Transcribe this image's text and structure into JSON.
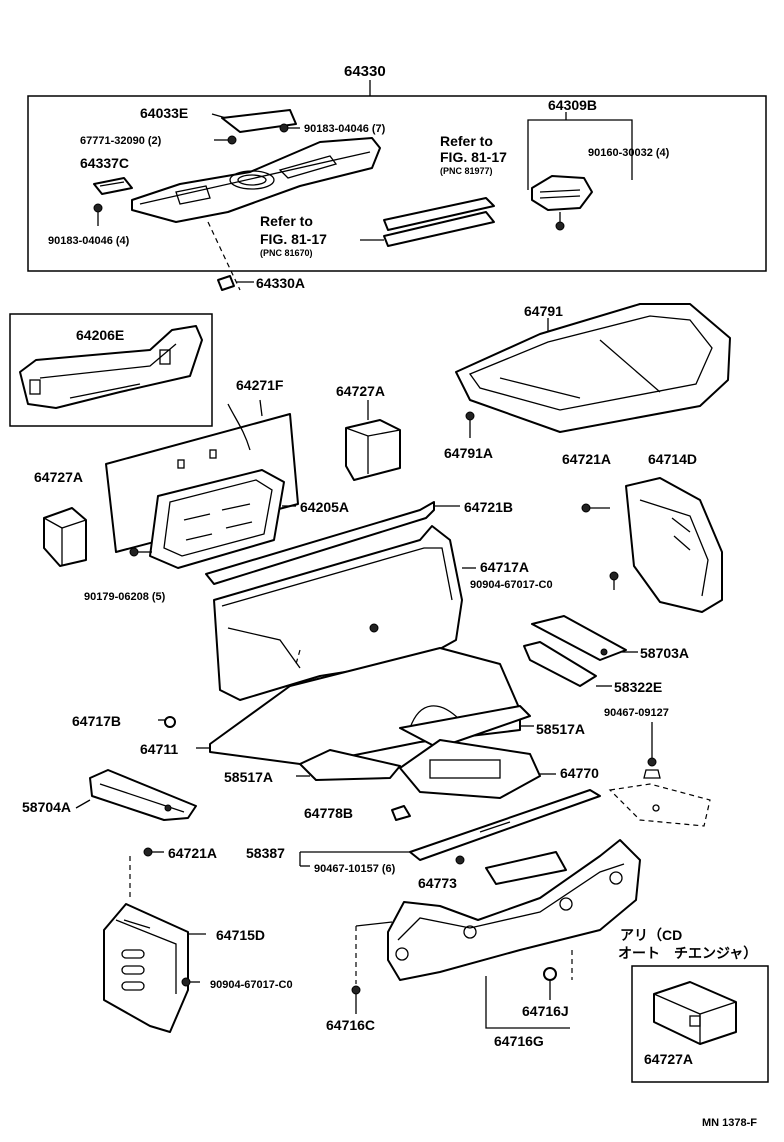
{
  "labels": {
    "p64330": "64330",
    "p64033E": "64033E",
    "p67771": "67771-32090 (2)",
    "p90183_7": "90183-04046 (7)",
    "p64337C": "64337C",
    "p90183_4": "90183-04046 (4)",
    "refer1_a": "Refer to",
    "refer1_b": "FIG. 81-17",
    "refer1_c": "(PNC 81977)",
    "refer2_a": "Refer to",
    "refer2_b": "FIG. 81-17",
    "refer2_c": "(PNC 81670)",
    "p64309B": "64309B",
    "p90160": "90160-30032 (4)",
    "p64330A": "64330A",
    "p64206E": "64206E",
    "p64791": "64791",
    "p64271F": "64271F",
    "p64727A_mid": "64727A",
    "p64791A": "64791A",
    "p64727A_left": "64727A",
    "p64205A": "64205A",
    "p64721B": "64721B",
    "p64721A_top": "64721A",
    "p64714D": "64714D",
    "p90179": "90179-06208 (5)",
    "p64717A": "64717A",
    "p90904_top": "90904-67017-C0",
    "p58703A": "58703A",
    "p58322E": "58322E",
    "p64717B": "64717B",
    "p90467_09127": "90467-09127",
    "p64711": "64711",
    "p58517A_right": "58517A",
    "p58517A_left": "58517A",
    "p64770": "64770",
    "p58704A": "58704A",
    "p64778B": "64778B",
    "p64721A_bot": "64721A",
    "p58387": "58387",
    "p90467_10157": "90467-10157 (6)",
    "p64773": "64773",
    "p64715D": "64715D",
    "cd_note_a": "アリ（CD",
    "cd_note_b": "オート　チエンジャ）",
    "p90904_bot": "90904-67017-C0",
    "p64716J": "64716J",
    "p64716C": "64716C",
    "p64716G": "64716G",
    "p64727A_box": "64727A",
    "code": "MN 1378-F"
  }
}
